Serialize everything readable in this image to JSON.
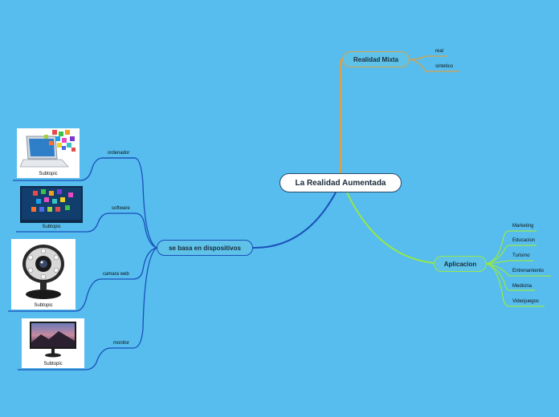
{
  "central": "La Realidad Aumentada",
  "realidad_mixta": {
    "label": "Realidad Mixta",
    "children": [
      "real",
      "sintetico"
    ]
  },
  "aplicacion": {
    "label": "Aplicacion",
    "children": [
      "Marketing",
      "Educacion",
      "Turismo",
      "Entrenamiento",
      "Medicina",
      "Videojuegos"
    ]
  },
  "dispositivos": {
    "label": "se basa en dispositivos",
    "children": [
      {
        "label": "ordenador",
        "subtopic": "Subtopic",
        "image": "laptop-with-app-icons"
      },
      {
        "label": "software",
        "subtopic": "Subtopic",
        "image": "monitor-with-app-icons"
      },
      {
        "label": "camara web",
        "subtopic": "Subtopic",
        "image": "webcam"
      },
      {
        "label": "monitor",
        "subtopic": "Subtopic",
        "image": "monitor"
      }
    ]
  },
  "colors": {
    "background": "#56bdee",
    "mixta_branch": "#d9a24a",
    "aplicacion_branch": "#96e84a",
    "dispositivos_branch": "#1a4fb8"
  }
}
